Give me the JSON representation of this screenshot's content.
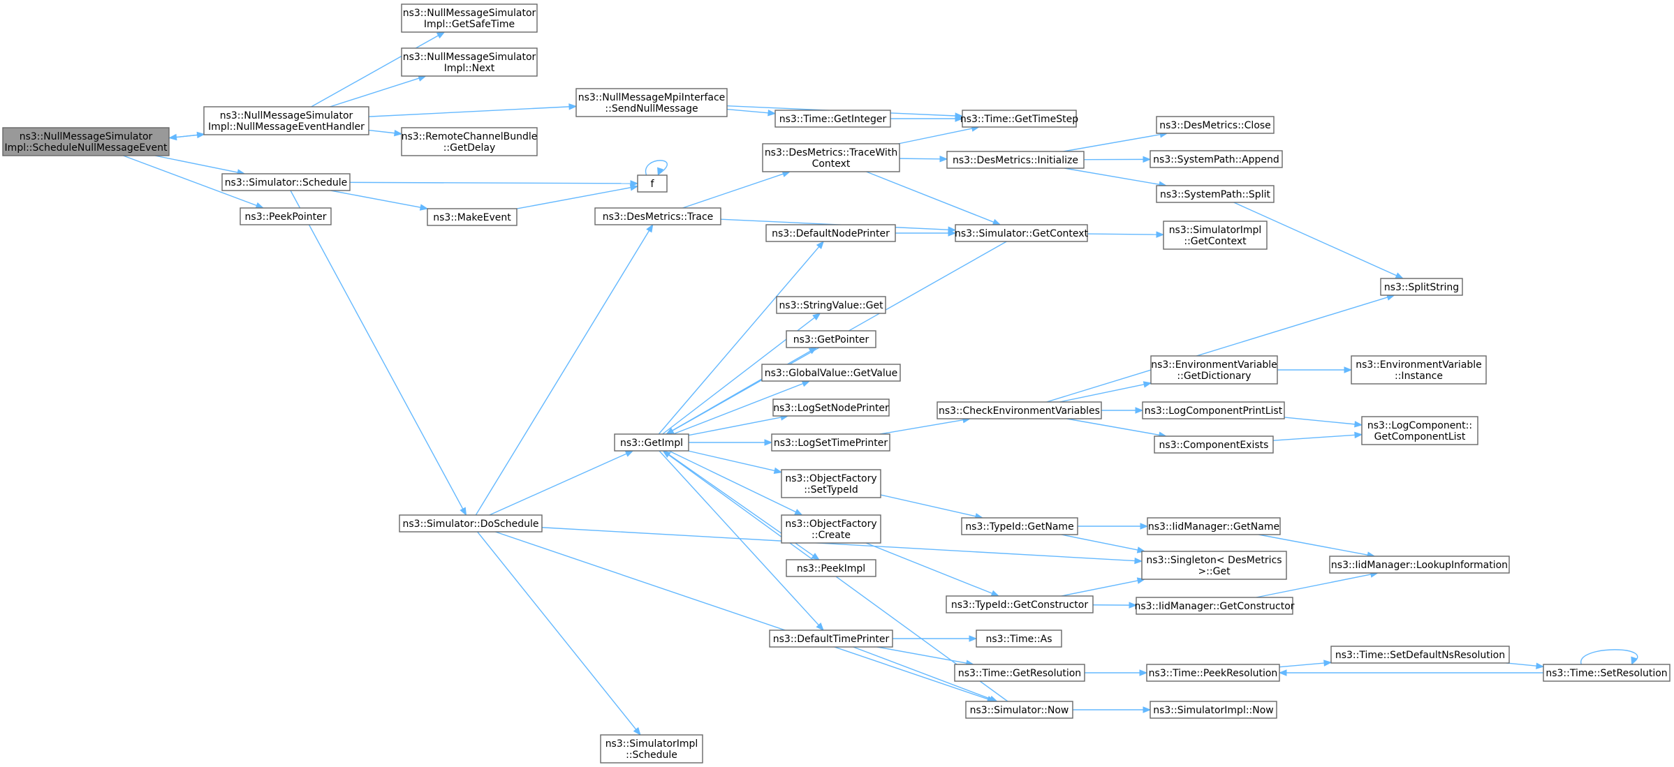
{
  "nodes": [
    {
      "id": "root",
      "lines": [
        "ns3::NullMessageSimulator",
        "Impl::ScheduleNullMessageEvent"
      ],
      "root": true
    },
    {
      "id": "nmeh",
      "lines": [
        "ns3::NullMessageSimulator",
        "Impl::NullMessageEventHandler"
      ]
    },
    {
      "id": "gst",
      "lines": [
        "ns3::NullMessageSimulator",
        "Impl::GetSafeTime"
      ]
    },
    {
      "id": "next",
      "lines": [
        "ns3::NullMessageSimulator",
        "Impl::Next"
      ]
    },
    {
      "id": "rcb",
      "lines": [
        "ns3::RemoteChannelBundle",
        "::GetDelay"
      ]
    },
    {
      "id": "snm",
      "lines": [
        "ns3::NullMessageMpiInterface",
        "::SendNullMessage"
      ]
    },
    {
      "id": "tgi",
      "lines": [
        "ns3::Time::GetInteger"
      ]
    },
    {
      "id": "tgts",
      "lines": [
        "ns3::Time::GetTimeStep"
      ]
    },
    {
      "id": "sched",
      "lines": [
        "ns3::Simulator::Schedule"
      ]
    },
    {
      "id": "f",
      "lines": [
        "f"
      ]
    },
    {
      "id": "peekp",
      "lines": [
        "ns3::PeekPointer"
      ]
    },
    {
      "id": "mkev",
      "lines": [
        "ns3::MakeEvent"
      ]
    },
    {
      "id": "dtrace",
      "lines": [
        "ns3::DesMetrics::Trace"
      ]
    },
    {
      "id": "dtwc",
      "lines": [
        "ns3::DesMetrics::TraceWith",
        "Context"
      ]
    },
    {
      "id": "dinit",
      "lines": [
        "ns3::DesMetrics::Initialize"
      ]
    },
    {
      "id": "dclose",
      "lines": [
        "ns3::DesMetrics::Close"
      ]
    },
    {
      "id": "spapp",
      "lines": [
        "ns3::SystemPath::Append"
      ]
    },
    {
      "id": "spsplit",
      "lines": [
        "ns3::SystemPath::Split"
      ]
    },
    {
      "id": "dnp",
      "lines": [
        "ns3::DefaultNodePrinter"
      ]
    },
    {
      "id": "sgc",
      "lines": [
        "ns3::Simulator::GetContext"
      ]
    },
    {
      "id": "sigc",
      "lines": [
        "ns3::SimulatorImpl",
        "::GetContext"
      ]
    },
    {
      "id": "splitstr",
      "lines": [
        "ns3::SplitString"
      ]
    },
    {
      "id": "svget",
      "lines": [
        "ns3::StringValue::Get"
      ]
    },
    {
      "id": "getptr",
      "lines": [
        "ns3::GetPointer"
      ]
    },
    {
      "id": "gvgv",
      "lines": [
        "ns3::GlobalValue::GetValue"
      ]
    },
    {
      "id": "lsnp",
      "lines": [
        "ns3::LogSetNodePrinter"
      ]
    },
    {
      "id": "getimpl",
      "lines": [
        "ns3::GetImpl"
      ]
    },
    {
      "id": "lstp",
      "lines": [
        "ns3::LogSetTimePrinter"
      ]
    },
    {
      "id": "cev",
      "lines": [
        "ns3::CheckEnvironmentVariables"
      ]
    },
    {
      "id": "evgd",
      "lines": [
        "ns3::EnvironmentVariable",
        "::GetDictionary"
      ]
    },
    {
      "id": "evinst",
      "lines": [
        "ns3::EnvironmentVariable",
        "::Instance"
      ]
    },
    {
      "id": "lcpl",
      "lines": [
        "ns3::LogComponentPrintList"
      ]
    },
    {
      "id": "lcgcl",
      "lines": [
        "ns3::LogComponent::",
        "GetComponentList"
      ]
    },
    {
      "id": "compex",
      "lines": [
        "ns3::ComponentExists"
      ]
    },
    {
      "id": "ofst",
      "lines": [
        "ns3::ObjectFactory",
        "::SetTypeId"
      ]
    },
    {
      "id": "tign",
      "lines": [
        "ns3::TypeId::GetName"
      ]
    },
    {
      "id": "iidgn",
      "lines": [
        "ns3::IidManager::GetName"
      ]
    },
    {
      "id": "dosched",
      "lines": [
        "ns3::Simulator::DoSchedule"
      ]
    },
    {
      "id": "ofc",
      "lines": [
        "ns3::ObjectFactory",
        "::Create"
      ]
    },
    {
      "id": "singget",
      "lines": [
        "ns3::Singleton< DesMetrics",
        " >::Get"
      ]
    },
    {
      "id": "iidli",
      "lines": [
        "ns3::IidManager::LookupInformation"
      ]
    },
    {
      "id": "peekimpl",
      "lines": [
        "ns3::PeekImpl"
      ]
    },
    {
      "id": "tigc",
      "lines": [
        "ns3::TypeId::GetConstructor"
      ]
    },
    {
      "id": "iidgc",
      "lines": [
        "ns3::IidManager::GetConstructor"
      ]
    },
    {
      "id": "dtp",
      "lines": [
        "ns3::DefaultTimePrinter"
      ]
    },
    {
      "id": "tas",
      "lines": [
        "ns3::Time::As"
      ]
    },
    {
      "id": "tsdnr",
      "lines": [
        "ns3::Time::SetDefaultNsResolution"
      ]
    },
    {
      "id": "tgr",
      "lines": [
        "ns3::Time::GetResolution"
      ]
    },
    {
      "id": "tpr",
      "lines": [
        "ns3::Time::PeekResolution"
      ]
    },
    {
      "id": "tsr",
      "lines": [
        "ns3::Time::SetResolution"
      ]
    },
    {
      "id": "snow",
      "lines": [
        "ns3::Simulator::Now"
      ]
    },
    {
      "id": "sinow",
      "lines": [
        "ns3::SimulatorImpl::Now"
      ]
    },
    {
      "id": "sisched",
      "lines": [
        "ns3::SimulatorImpl",
        "::Schedule"
      ]
    }
  ],
  "edges": [
    {
      "from": "root",
      "to": "nmeh"
    },
    {
      "from": "nmeh",
      "to": "root"
    },
    {
      "from": "root",
      "to": "sched"
    },
    {
      "from": "root",
      "to": "peekp"
    },
    {
      "from": "nmeh",
      "to": "gst"
    },
    {
      "from": "nmeh",
      "to": "next"
    },
    {
      "from": "nmeh",
      "to": "snm"
    },
    {
      "from": "nmeh",
      "to": "rcb"
    },
    {
      "from": "snm",
      "to": "tgi"
    },
    {
      "from": "snm",
      "to": "tgts"
    },
    {
      "from": "tgi",
      "to": "tgts"
    },
    {
      "from": "sched",
      "to": "f"
    },
    {
      "from": "f",
      "to": "f"
    },
    {
      "from": "sched",
      "to": "mkev"
    },
    {
      "from": "sched",
      "to": "dosched"
    },
    {
      "from": "mkev",
      "to": "f"
    },
    {
      "from": "dosched",
      "to": "dtrace"
    },
    {
      "from": "dosched",
      "to": "getimpl"
    },
    {
      "from": "dosched",
      "to": "singget"
    },
    {
      "from": "dosched",
      "to": "snow"
    },
    {
      "from": "dosched",
      "to": "sisched"
    },
    {
      "from": "dtrace",
      "to": "dtwc"
    },
    {
      "from": "dtrace",
      "to": "sgc"
    },
    {
      "from": "dtwc",
      "to": "tgts"
    },
    {
      "from": "dtwc",
      "to": "dinit"
    },
    {
      "from": "dtwc",
      "to": "sgc"
    },
    {
      "from": "dinit",
      "to": "dclose"
    },
    {
      "from": "dinit",
      "to": "spapp"
    },
    {
      "from": "dinit",
      "to": "spsplit"
    },
    {
      "from": "spsplit",
      "to": "splitstr"
    },
    {
      "from": "dnp",
      "to": "sgc"
    },
    {
      "from": "sgc",
      "to": "sigc"
    },
    {
      "from": "sgc",
      "to": "getimpl"
    },
    {
      "from": "getimpl",
      "to": "dnp"
    },
    {
      "from": "getimpl",
      "to": "svget"
    },
    {
      "from": "getimpl",
      "to": "getptr"
    },
    {
      "from": "getimpl",
      "to": "gvgv"
    },
    {
      "from": "getimpl",
      "to": "lsnp"
    },
    {
      "from": "getimpl",
      "to": "lstp"
    },
    {
      "from": "getimpl",
      "to": "ofst"
    },
    {
      "from": "getimpl",
      "to": "ofc"
    },
    {
      "from": "getimpl",
      "to": "peekimpl"
    },
    {
      "from": "getimpl",
      "to": "dtp"
    },
    {
      "from": "lstp",
      "to": "cev"
    },
    {
      "from": "cev",
      "to": "splitstr"
    },
    {
      "from": "cev",
      "to": "evgd"
    },
    {
      "from": "cev",
      "to": "lcpl"
    },
    {
      "from": "cev",
      "to": "compex"
    },
    {
      "from": "evgd",
      "to": "evinst"
    },
    {
      "from": "lcpl",
      "to": "lcgcl"
    },
    {
      "from": "compex",
      "to": "lcgcl"
    },
    {
      "from": "ofst",
      "to": "tign"
    },
    {
      "from": "tign",
      "to": "iidgn"
    },
    {
      "from": "tign",
      "to": "singget"
    },
    {
      "from": "iidgn",
      "to": "iidli"
    },
    {
      "from": "ofc",
      "to": "tigc"
    },
    {
      "from": "tigc",
      "to": "singget"
    },
    {
      "from": "tigc",
      "to": "iidgc"
    },
    {
      "from": "iidgc",
      "to": "iidli"
    },
    {
      "from": "dtp",
      "to": "tas"
    },
    {
      "from": "dtp",
      "to": "tgr"
    },
    {
      "from": "dtp",
      "to": "snow"
    },
    {
      "from": "tgr",
      "to": "tpr"
    },
    {
      "from": "tpr",
      "to": "tsdnr"
    },
    {
      "from": "tsdnr",
      "to": "tsr"
    },
    {
      "from": "tsr",
      "to": "tpr"
    },
    {
      "from": "tsr",
      "to": "tsr"
    },
    {
      "from": "snow",
      "to": "sinow"
    },
    {
      "from": "snow",
      "to": "getimpl"
    }
  ],
  "colors": {
    "edge": "#63b8ff",
    "node_border": "#666666",
    "root_fill": "#999999"
  }
}
